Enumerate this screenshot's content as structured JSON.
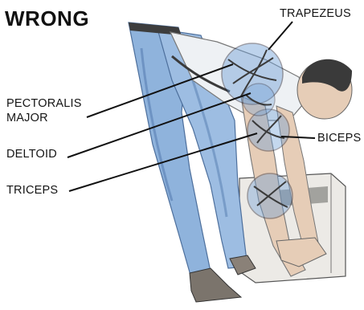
{
  "heading": "WRONG",
  "labels": {
    "trapezeus": "TRAPEZEUS",
    "pectoralis_line1": "PECTORALIS",
    "pectoralis_line2": "MAJOR",
    "deltoid": "DELTOID",
    "triceps": "TRICEPS",
    "biceps": "BICEPS"
  },
  "colors": {
    "jeans": "#8fb3dc",
    "jeans_shadow": "#5f86b8",
    "shirt": "#eef1f4",
    "skin": "#e6cdb7",
    "hair": "#3a3a3a",
    "box": "#eceae6",
    "lens_tint": "#6e9fd6",
    "ink": "#111111"
  }
}
